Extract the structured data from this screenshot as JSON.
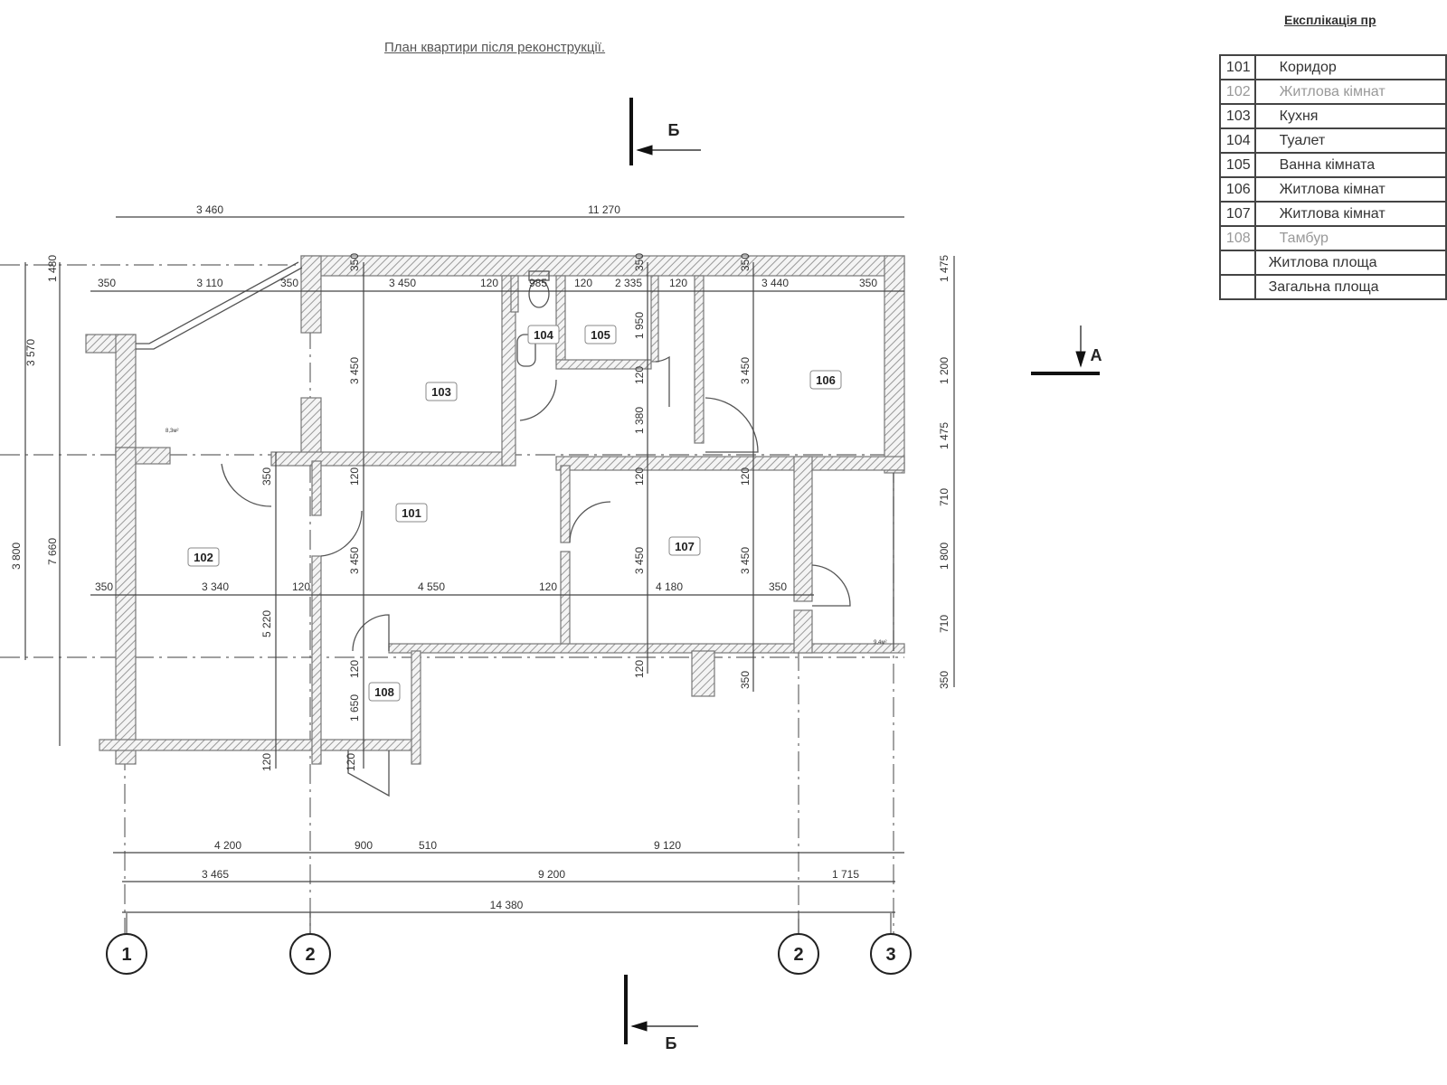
{
  "title": "План квартири після реконструкції.",
  "explication": {
    "title": "Експлікація пр",
    "rows": [
      {
        "num": "101",
        "name": "Коридор"
      },
      {
        "num": "102",
        "name": "Житлова кімнат"
      },
      {
        "num": "103",
        "name": "Кухня"
      },
      {
        "num": "104",
        "name": "Туалет"
      },
      {
        "num": "105",
        "name": "Ванна кімната"
      },
      {
        "num": "106",
        "name": "Житлова кімнат"
      },
      {
        "num": "107",
        "name": "Житлова кімнат"
      },
      {
        "num": "108",
        "name": "Тамбур"
      }
    ],
    "totals": [
      "Житлова площа",
      "Загальна площа"
    ]
  },
  "rooms": [
    "101",
    "102",
    "103",
    "104",
    "105",
    "106",
    "107",
    "108"
  ],
  "areas": [
    "8,3м²",
    "9,4м²"
  ],
  "sections": {
    "b": "Б",
    "a": "А"
  },
  "axes": [
    "1",
    "2",
    "2",
    "3"
  ],
  "dims": [
    "3 460",
    "11 270",
    "350",
    "3 110",
    "350",
    "3 450",
    "120",
    "985",
    "120",
    "2 335",
    "120",
    "3 440",
    "350",
    "350",
    "3 340",
    "120",
    "4 550",
    "120",
    "4 180",
    "350",
    "4 200",
    "900",
    "510",
    "9 120",
    "3 465",
    "9 200",
    "1 715",
    "14 380"
  ],
  "vdims": [
    "1 480",
    "3 570",
    "3 800",
    "7 660",
    "350",
    "3 450",
    "120",
    "3 450",
    "120",
    "1 650",
    "120",
    "350",
    "5 220",
    "120",
    "350",
    "1 950",
    "120",
    "1 380",
    "120",
    "3 450",
    "120",
    "350",
    "3 450",
    "120",
    "3 450",
    "350",
    "1 475",
    "1 200",
    "1 475",
    "710",
    "1 800",
    "710",
    "350"
  ]
}
